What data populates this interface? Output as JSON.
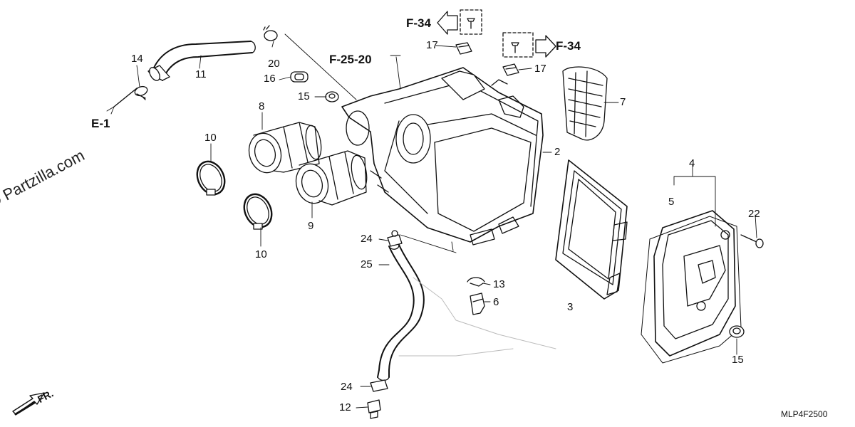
{
  "watermark": "© Partzilla.com",
  "diagram_code": "MLP4F2500",
  "direction_label": "FR.",
  "refs": {
    "e1": "E-1",
    "f25_20": "F-25-20",
    "f34_top": "F-34",
    "f34_right": "F-34"
  },
  "callouts": {
    "n2": "2",
    "n3": "3",
    "n4": "4",
    "n5": "5",
    "n6": "6",
    "n7": "7",
    "n8": "8",
    "n9": "9",
    "n10a": "10",
    "n10b": "10",
    "n11": "11",
    "n12": "12",
    "n13": "13",
    "n14": "14",
    "n15a": "15",
    "n15b": "15",
    "n16": "16",
    "n17a": "17",
    "n17b": "17",
    "n20": "20",
    "n22": "22",
    "n24a": "24",
    "n24b": "24",
    "n25": "25"
  }
}
